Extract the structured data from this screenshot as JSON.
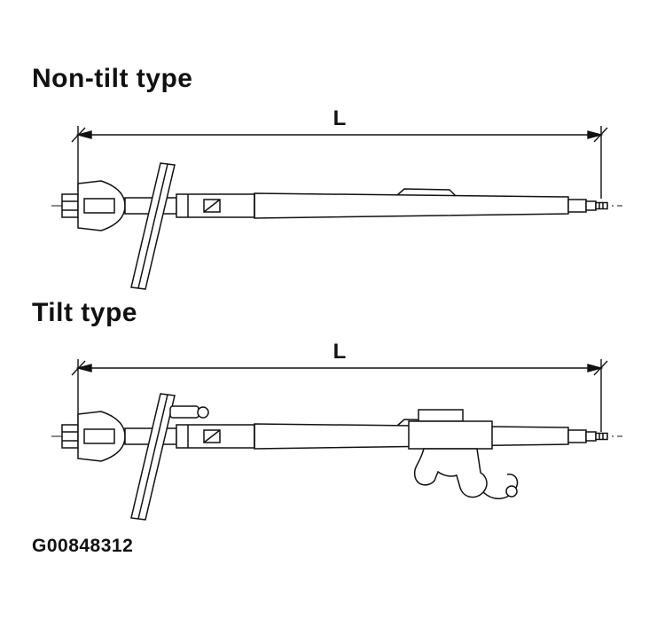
{
  "page": {
    "background": "#ffffff",
    "ink_color": "#111111"
  },
  "figure_id": "G00848312",
  "diagrams": [
    {
      "title": "Non-tilt type",
      "dim_label": "L",
      "type": "non-tilt-steering-column"
    },
    {
      "title": "Tilt type",
      "dim_label": "L",
      "type": "tilt-steering-column"
    }
  ]
}
